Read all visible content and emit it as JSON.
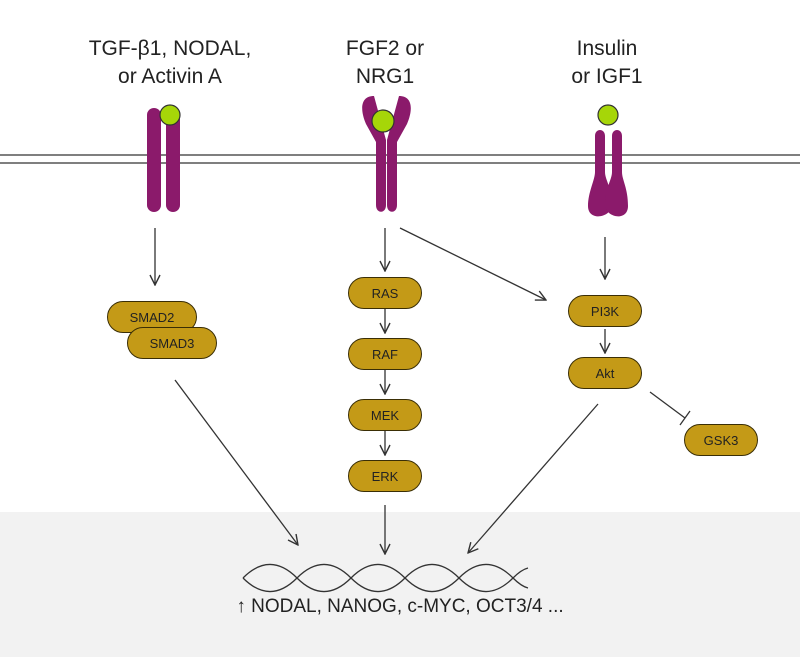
{
  "ligands": {
    "tgf": [
      "TGF-β1, NODAL,",
      "or Activin A"
    ],
    "fgf": [
      "FGF2 or",
      "NRG1"
    ],
    "ins": [
      "Insulin",
      "or IGF1"
    ]
  },
  "nodes": {
    "smad2": "SMAD2",
    "smad3": "SMAD3",
    "ras": "RAS",
    "raf": "RAF",
    "mek": "MEK",
    "erk": "ERK",
    "pi3k": "PI3K",
    "akt": "Akt",
    "gsk3": "GSK3"
  },
  "genes": "↑ NODAL, NANOG, c-MYC, OCT3/4 ...",
  "colors": {
    "receptor": "#8B1A6B",
    "ligand": "#A6D608",
    "node": "#C49A17",
    "nucleus_bg": "#F2F2F2",
    "line": "#333333"
  }
}
